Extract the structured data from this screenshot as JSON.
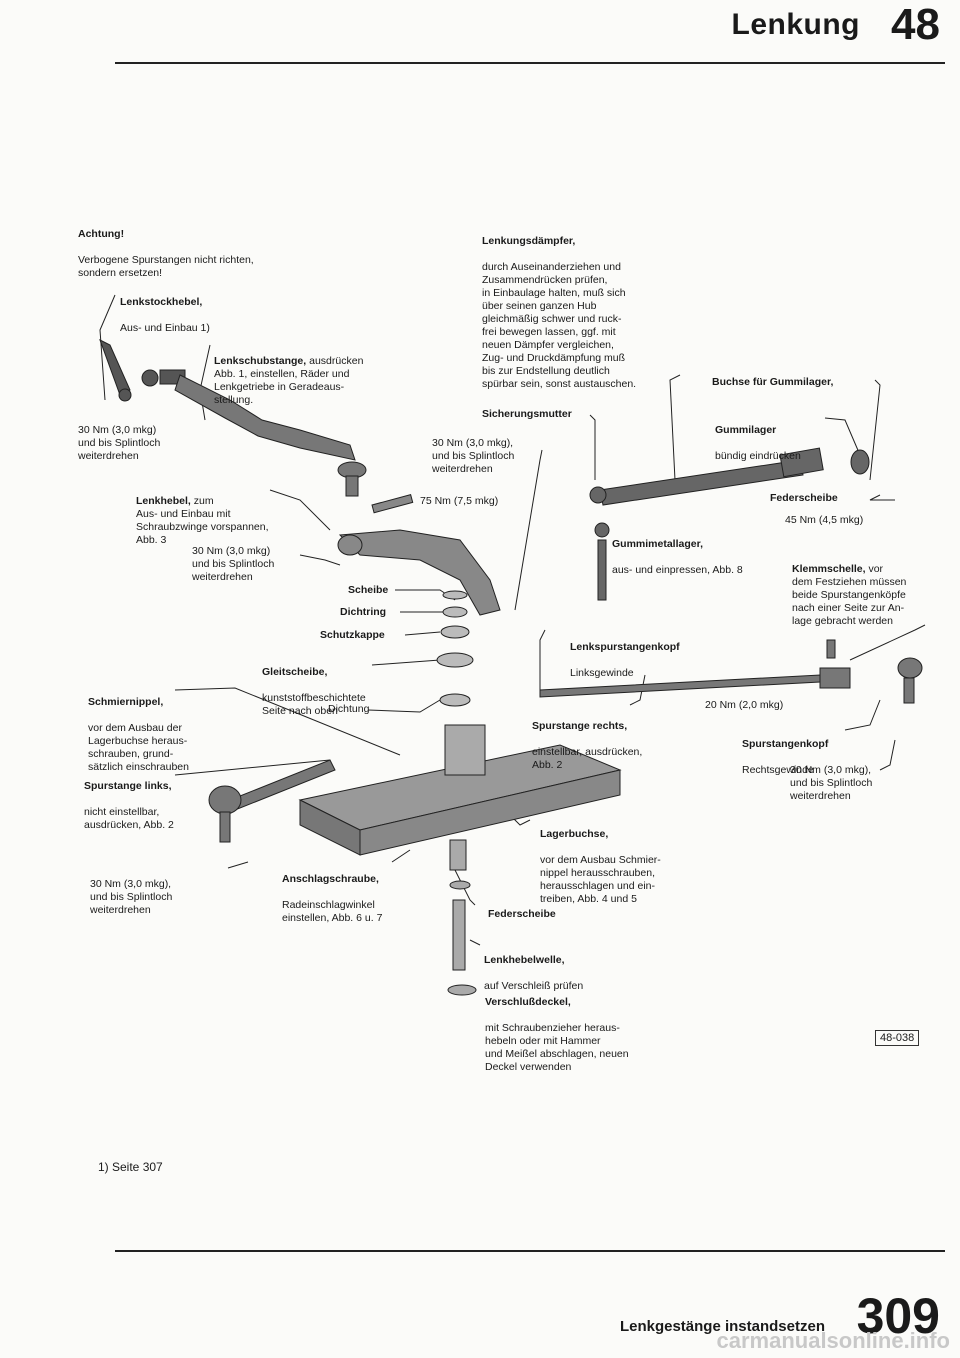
{
  "header": {
    "title": "Lenkung",
    "number": "48"
  },
  "footer": {
    "title": "Lenkgestänge instandsetzen",
    "page": "309"
  },
  "footnote": "1)  Seite 307",
  "figure_ref": "48-038",
  "watermark": "carmanualsonline.info",
  "labels": {
    "achtung_title": "Achtung!",
    "achtung_text": "Verbogene Spurstangen nicht richten,\nsondern ersetzen!",
    "lenkstockhebel_title": "Lenkstockhebel,",
    "lenkstockhebel_text": "Aus- und Einbau 1)",
    "lenkschubstange_title": "Lenkschubstange,",
    "lenkschubstange_text": " ausdrücken\nAbb. 1, einstellen, Räder und\nLenkgetriebe in Geradeaus-\nstellung.",
    "torque_left_top": "30 Nm (3,0 mkg)\nund bis Splintloch\nweiterdrehen",
    "lenkhebel_title": "Lenkhebel,",
    "lenkhebel_text": " zum\nAus- und Einbau mit\nSchraubzwinge vorspannen,\nAbb. 3",
    "torque_75": "75 Nm (7,5 mkg)",
    "torque_mid_left": "30 Nm (3,0 mkg)\nund bis Splintloch\nweiterdrehen",
    "scheibe": "Scheibe",
    "dichtring": "Dichtring",
    "schutzkappe": "Schutzkappe",
    "gleitscheibe_title": "Gleitscheibe,",
    "gleitscheibe_text": "kunststoffbeschichtete\nSeite nach oben",
    "dichtung": "Dichtung",
    "schmiernippel_title": "Schmiernippel,",
    "schmiernippel_text": "vor dem Ausbau der\nLagerbuchse heraus-\nschrauben, grund-\nsätzlich einschrauben",
    "spurstange_links_title": "Spurstange links,",
    "spurstange_links_text": "nicht einstellbar,\nausdrücken, Abb. 2",
    "torque_bottom_left": "30 Nm (3,0 mkg),\nund bis Splintloch\nweiterdrehen",
    "anschlagschraube_title": "Anschlagschraube,",
    "anschlagschraube_text": "Radeinschlagwinkel\neinstellen, Abb. 6 u. 7",
    "lenkungsdaempfer_title": "Lenkungsdämpfer,",
    "lenkungsdaempfer_text": "durch Auseinanderziehen und\nZusammendrücken prüfen,\nin Einbaulage halten, muß sich\nüber seinen ganzen Hub\ngleichmäßig schwer und ruck-\nfrei bewegen lassen, ggf. mit\nneuen Dämpfer vergleichen,\nZug- und Druckdämpfung muß\nbis zur Endstellung deutlich\nspürbar sein, sonst austauschen.",
    "sicherungsmutter": "Sicherungsmutter",
    "torque_center": "30 Nm (3,0 mkg),\nund bis Splintloch\nweiterdrehen",
    "buchse_title": "Buchse für Gummilager,",
    "gummilager_title": "Gummilager",
    "gummilager_text": "bündig eindrücken",
    "federscheibe_right": "Federscheibe",
    "torque_45": "45 Nm (4,5 mkg)",
    "gummimetalllager_title": "Gummimetallager,",
    "gummimetalllager_text": "aus- und einpressen, Abb. 8",
    "klemmschelle_title": "Klemmschelle,",
    "klemmschelle_text": " vor\ndem Festziehen müssen\nbeide Spurstangenköpfe\nnach einer Seite zur An-\nlage gebracht werden",
    "lenkspurstangenkopf_title": "Lenkspurstangenkopf",
    "lenkspurstangenkopf_text": "Linksgewinde",
    "spurstange_rechts_title": "Spurstange rechts,",
    "spurstange_rechts_text": "einstellbar, ausdrücken,\nAbb. 2",
    "torque_20": "20 Nm (2,0 mkg)",
    "spurstangenkopf_title": "Spurstangenkopf",
    "spurstangenkopf_text": "Rechtsgewinde",
    "torque_right_bottom": "30 Nm (3,0 mkg),\nund bis Splintloch\nweiterdrehen",
    "lagerbuchse_title": "Lagerbuchse,",
    "lagerbuchse_text": "vor dem Ausbau Schmier-\nnippel herausschrauben,\nherausschlagen und ein-\ntreiben, Abb. 4 und 5",
    "federscheibe_bottom": "Federscheibe",
    "lenkhebelwelle_title": "Lenkhebelwelle,",
    "lenkhebelwelle_text": "auf Verschleiß prüfen",
    "verschlussdeckel_title": "Verschlußdeckel,",
    "verschlussdeckel_text": "mit Schraubenzieher heraus-\nhebeln oder mit Hammer\nund Meißel abschlagen, neuen\nDeckel verwenden"
  }
}
